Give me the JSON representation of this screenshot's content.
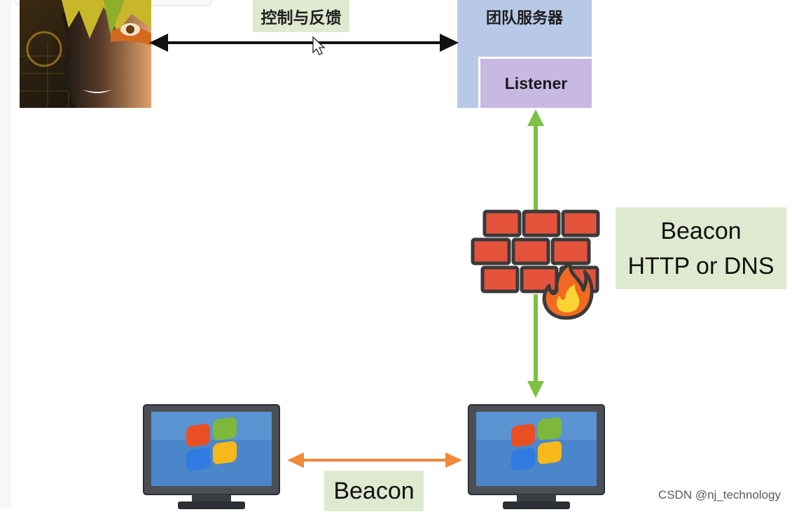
{
  "diagram": {
    "control_label": "控制与反馈",
    "server_title": "团队服务器",
    "listener_label": "Listener",
    "beacon_note": {
      "line1": "Beacon",
      "line2": "HTTP or DNS"
    },
    "bottom_beacon_label": "Beacon"
  },
  "watermark": "CSDN @nj_technology",
  "colors": {
    "server_box": "#b7c9e6",
    "listener_box": "#c8b9e2",
    "note_box": "#dfe9cf",
    "green_arrow": "#7cc142",
    "orange_arrow": "#f08a3c",
    "black_arrow": "#111111"
  },
  "icons": [
    "avatar-image",
    "firewall-icon",
    "fire-icon",
    "windows-logo-icon",
    "mouse-cursor-icon"
  ]
}
